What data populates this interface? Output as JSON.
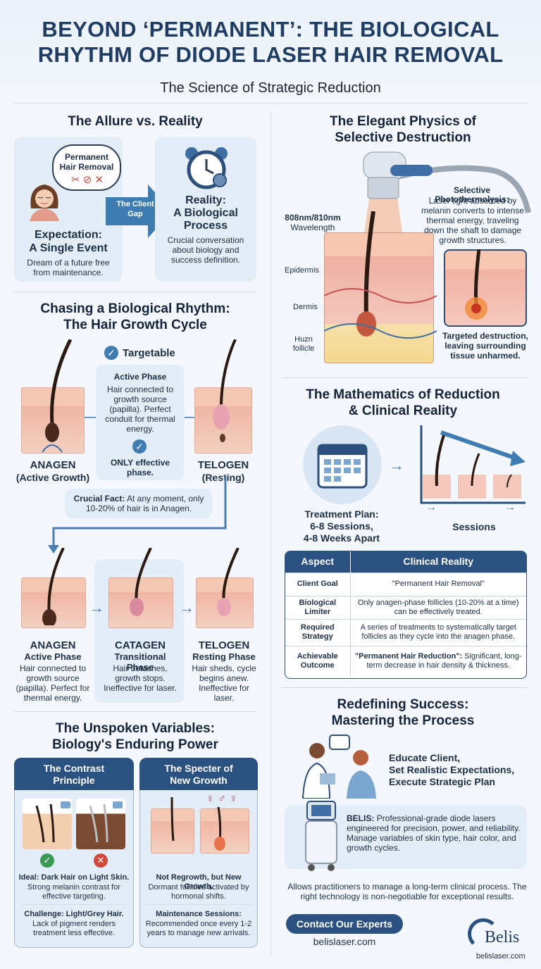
{
  "header": {
    "title_line1": "BEYOND ‘PERMANENT’: THE BIOLOGICAL",
    "title_line2": "RHYTHM OF DIODE LASER HAIR REMOVAL",
    "subtitle": "The Science of Strategic Reduction"
  },
  "allure": {
    "title": "The Allure vs. Reality",
    "bubble_line1": "Permanent",
    "bubble_line2": "Hair Removal",
    "gap_line1": "The Client",
    "gap_line2": "Gap",
    "expectation_title_line1": "Expectation:",
    "expectation_title_line2": "A Single Event",
    "expectation_text": "Dream of a future free from maintenance.",
    "reality_title_line1": "Reality:",
    "reality_title_line2": "A Biological",
    "reality_title_line3": "Process",
    "reality_text": "Crucial conversation about biology and success definition."
  },
  "physics": {
    "title_line1": "The Elegant Physics of",
    "title_line2": "Selective Destruction",
    "wavelength_line1": "808nm/810nm",
    "wavelength_line2": "Wavelength",
    "selective_bold": "Selective Photothermolysis:",
    "selective_text": "Laser light absorbed by melanin converts to intense thermal energy, traveling down the shaft to damage growth structures.",
    "epidermis": "Epidermis",
    "dermis": "Dermis",
    "follicle_line1": "Huzn",
    "follicle_line2": "follicle",
    "targeted": "Targeted destruction, leaving surrounding tissue unharmed."
  },
  "cycle": {
    "title_line1": "Chasing a Biological Rhythm:",
    "title_line2": "The Hair Growth Cycle",
    "targetable": "Targetable",
    "active_phase": "Active Phase",
    "active_text": "Hair connected to growth source (papilla). Perfect conduit for thermal energy.",
    "only_effective": "ONLY effective phase.",
    "anagen_label": "ANAGEN",
    "anagen_sub": "(Active Growth)",
    "telogen_label": "TELOGEN",
    "telogen_sub": "(Resting)",
    "crucial_bold": "Crucial Fact:",
    "crucial_text": "At any moment, only 10-20% of hair is in Anagen.",
    "phases": [
      {
        "name": "ANAGEN",
        "sub": "Active Phase",
        "text": "Hair connected to growth source (papilla). Perfect for thermal energy."
      },
      {
        "name": "CATAGEN",
        "sub": "Transitional Phase",
        "text": "Hair detaches, growth stops. Ineffective for laser."
      },
      {
        "name": "TELOGEN",
        "sub": "Resting Phase",
        "text": "Hair sheds, cycle begins anew. Ineffective for laser."
      }
    ]
  },
  "math": {
    "title_line1": "The Mathematics of Reduction",
    "title_line2": "& Clinical Reality",
    "plan_line1": "Treatment Plan:",
    "plan_line2": "6-8 Sessions,",
    "plan_line3": "4-8 Weeks Apart",
    "sessions": "Sessions",
    "table_headers": [
      "Aspect",
      "Clinical Reality"
    ],
    "rows": [
      {
        "aspect": "Client Goal",
        "reality": "\"Permanent Hair Removal\""
      },
      {
        "aspect": "Biological Limiter",
        "reality": "Only anagen-phase follicles (10-20% at a time) can be effectively treated."
      },
      {
        "aspect": "Required Strategy",
        "reality": "A series of treatments to systematically target follicles as they cycle into the anagen phase."
      },
      {
        "aspect": "Achievable Outcome",
        "reality_bold": "\"Permanent Hair Reduction\":",
        "reality": "Significant, long-term decrease in hair density & thickness."
      }
    ]
  },
  "variables": {
    "title_line1": "The Unspoken Variables:",
    "title_line2": "Biology's Enduring Power",
    "contrast_title_line1": "The Contrast",
    "contrast_title_line2": "Principle",
    "ideal_bold": "Ideal: Dark Hair on Light Skin.",
    "ideal_text": "Strong melanin contrast for effective targeting.",
    "challenge_bold": "Challenge: Light/Grey Hair.",
    "challenge_text": "Lack of pigment renders treatment less effective.",
    "specter_title_line1": "The Specter of",
    "specter_title_line2": "New Growth",
    "regrowth_bold": "Not Regrowth, but New Growth.",
    "regrowth_text": "Dormant follicles activated by hormonal shifts.",
    "maintenance_bold": "Maintenance Sessions:",
    "maintenance_text": "Recommended once every 1-2 years to manage new arrivals."
  },
  "success": {
    "title_line1": "Redefining Success:",
    "title_line2": "Mastering the Process",
    "step1": "Educate Client,",
    "step2": "Set Realistic Expectations,",
    "step3": "Execute Strategic Plan",
    "belis_bold": "BELIS:",
    "belis_text": "Professional-grade diode lasers engineered for precision, power, and reliability. Manage variables of skin type, hair color, and growth cycles.",
    "closing": "Allows practitioners to manage a long-term clinical process. The right technology is non-negotiable for exceptional results.",
    "cta": "Contact Our Experts",
    "url": "belislaser.com",
    "logo": "Belis",
    "logo_url": "belislaser.com"
  },
  "colors": {
    "navy": "#1f3c63",
    "accent": "#4a7db3",
    "card": "#e3edf7"
  }
}
